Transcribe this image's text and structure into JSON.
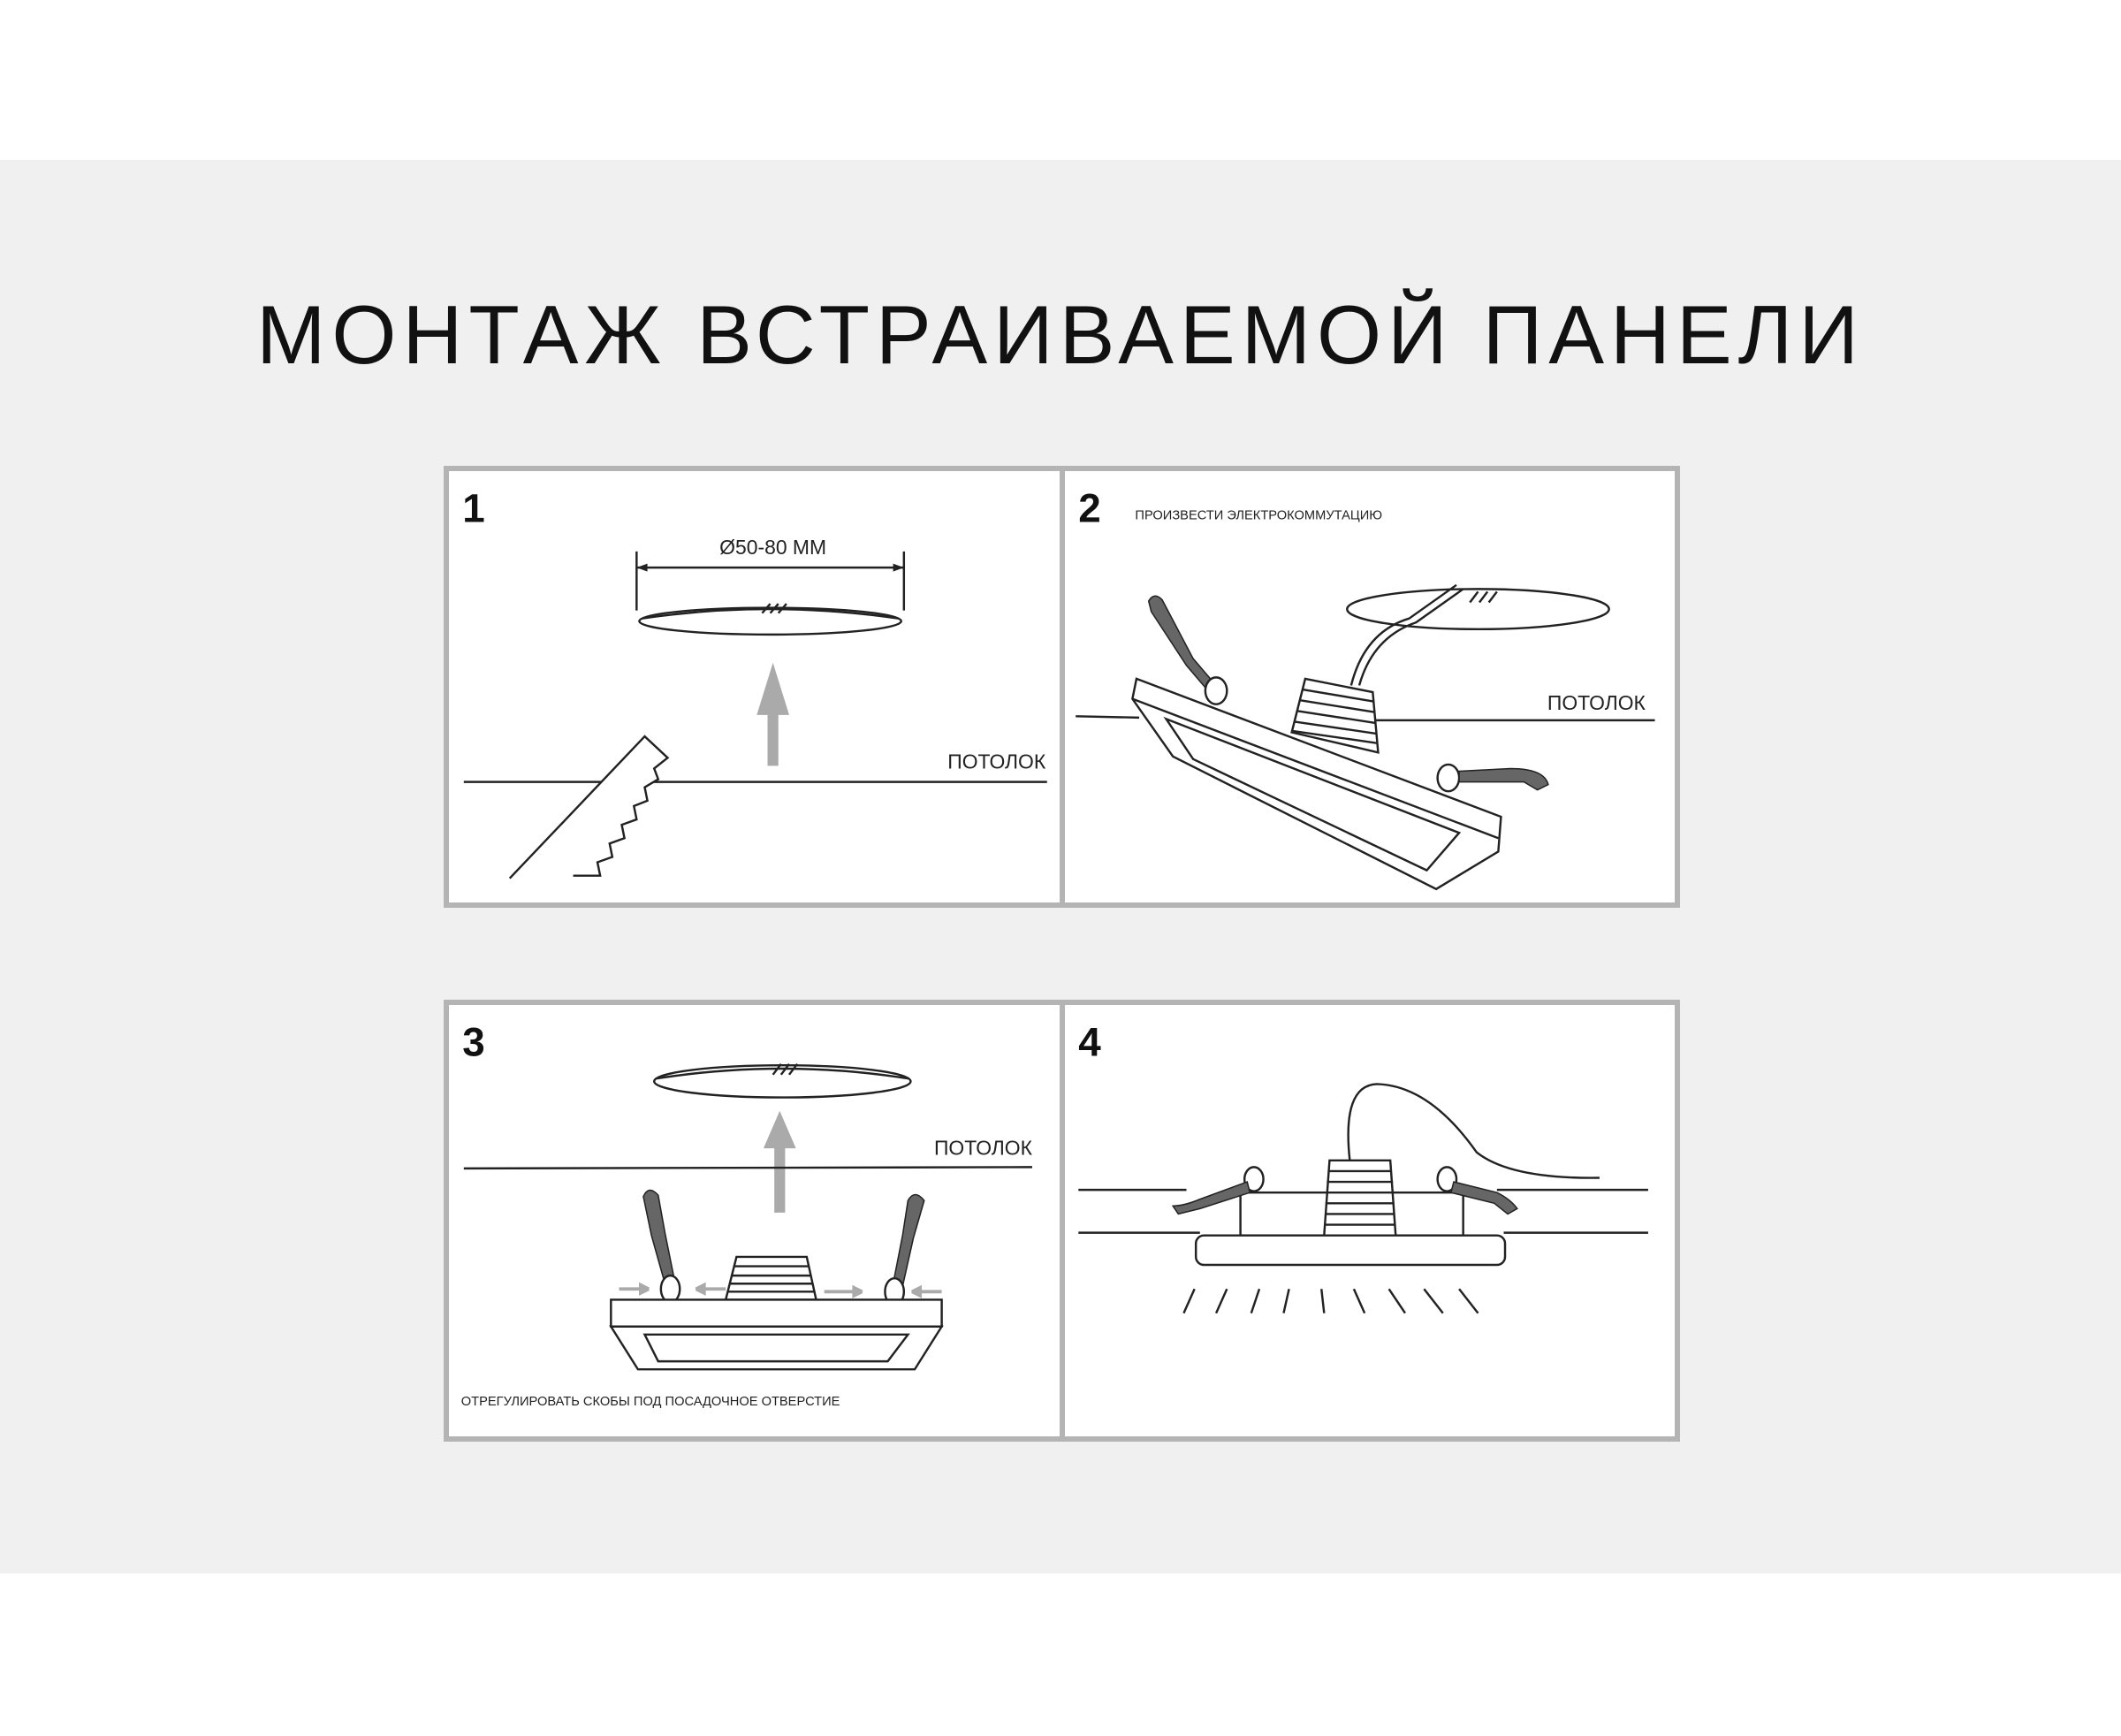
{
  "title": "МОНТАЖ ВСТРАИВАЕМОЙ ПАНЕЛИ",
  "steps": [
    {
      "number": "1",
      "dimension": "Ø50-80 ММ",
      "ceiling": "ПОТОЛОК"
    },
    {
      "number": "2",
      "caption": "ПРОИЗВЕСТИ ЭЛЕКТРОКОММУТАЦИЮ",
      "ceiling": "ПОТОЛОК"
    },
    {
      "number": "3",
      "caption": "ОТРЕГУЛИРОВАТЬ СКОБЫ ПОД ПОСАДОЧНОЕ ОТВЕРСТИЕ",
      "ceiling": "ПОТОЛОК"
    },
    {
      "number": "4"
    }
  ],
  "colors": {
    "band": "#f0f0f0",
    "frame": "#b4b4b4",
    "arrow": "#aaaaaa",
    "clip": "#666666"
  }
}
